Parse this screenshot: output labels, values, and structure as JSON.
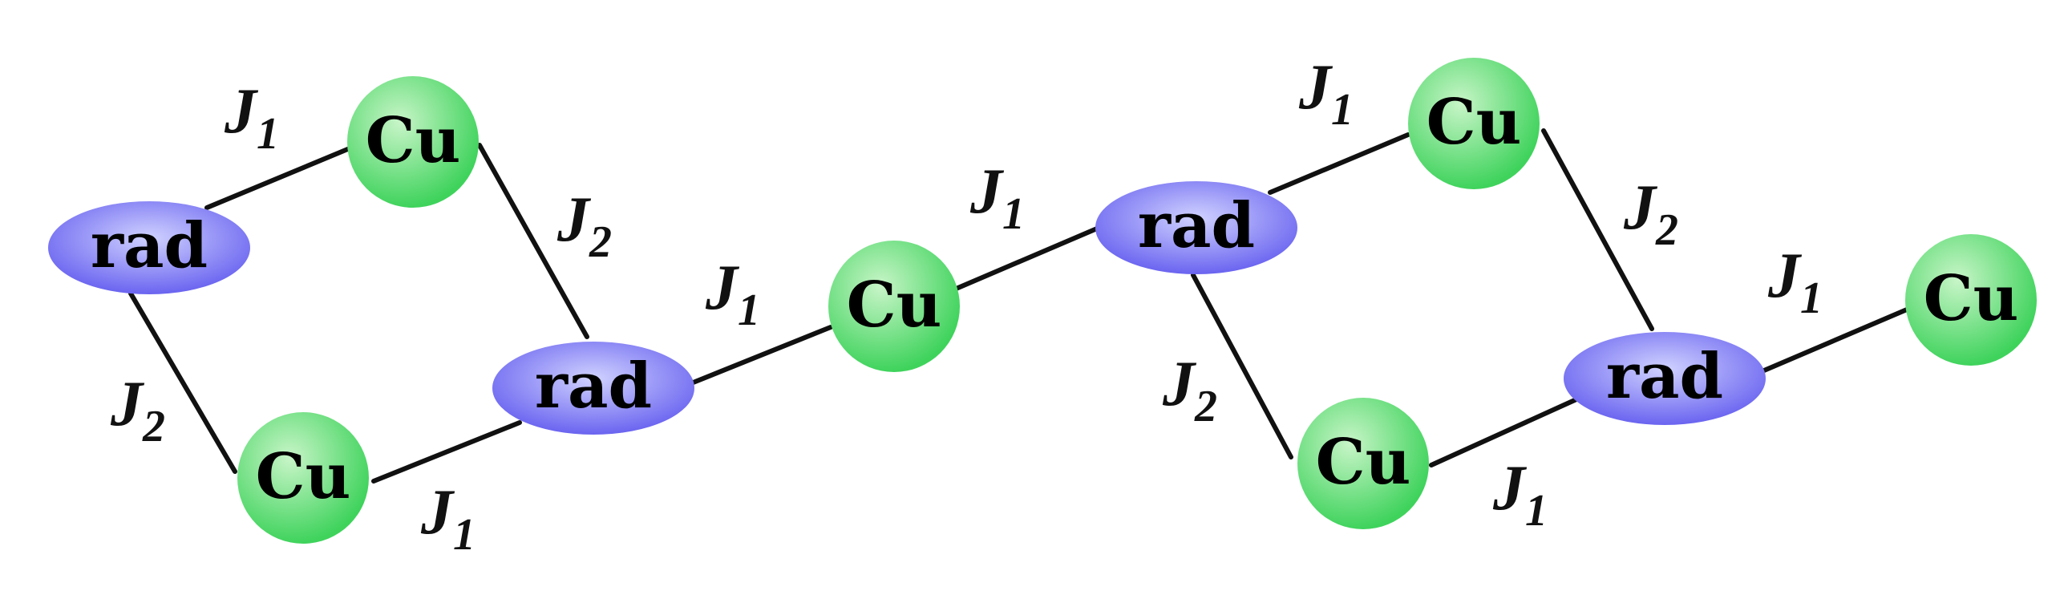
{
  "labels": {
    "copper": "Cu",
    "radical": "rad",
    "coupling_symbol": "J",
    "j1_index": "1",
    "j2_index": "2"
  },
  "colors": {
    "copper_fill_light": "#c8f5c8",
    "copper_fill_dark": "#3fd35c",
    "radical_fill_light": "#d0d2ff",
    "radical_fill_dark": "#6a64f0",
    "bond": "#111111"
  },
  "diagram": {
    "nodes": [
      {
        "id": "rad-a",
        "type": "radical"
      },
      {
        "id": "cu-a",
        "type": "copper"
      },
      {
        "id": "cu-b",
        "type": "copper"
      },
      {
        "id": "rad-b",
        "type": "radical"
      },
      {
        "id": "cu-c",
        "type": "copper"
      },
      {
        "id": "rad-c",
        "type": "radical"
      },
      {
        "id": "cu-d",
        "type": "copper"
      },
      {
        "id": "cu-e",
        "type": "copper"
      },
      {
        "id": "rad-d",
        "type": "radical"
      },
      {
        "id": "cu-f",
        "type": "copper"
      }
    ],
    "bonds": [
      {
        "from": "rad-a",
        "to": "cu-a",
        "coupling": "J1"
      },
      {
        "from": "rad-a",
        "to": "cu-b",
        "coupling": "J2"
      },
      {
        "from": "cu-a",
        "to": "rad-b",
        "coupling": "J2"
      },
      {
        "from": "cu-b",
        "to": "rad-b",
        "coupling": "J1"
      },
      {
        "from": "rad-b",
        "to": "cu-c",
        "coupling": "J1"
      },
      {
        "from": "cu-c",
        "to": "rad-c",
        "coupling": "J1"
      },
      {
        "from": "rad-c",
        "to": "cu-d",
        "coupling": "J1"
      },
      {
        "from": "rad-c",
        "to": "cu-e",
        "coupling": "J2"
      },
      {
        "from": "cu-d",
        "to": "rad-d",
        "coupling": "J2"
      },
      {
        "from": "cu-e",
        "to": "rad-d",
        "coupling": "J1"
      },
      {
        "from": "rad-d",
        "to": "cu-f",
        "coupling": "J1"
      }
    ]
  }
}
